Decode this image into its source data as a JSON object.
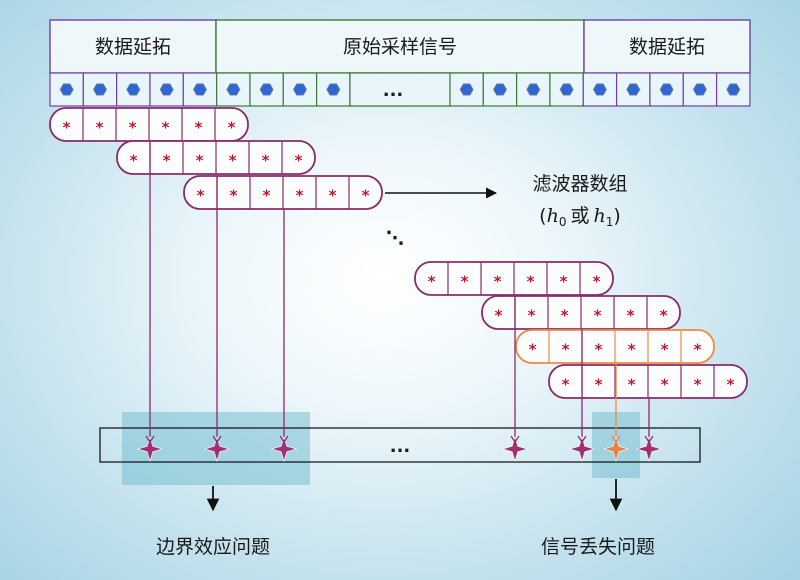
{
  "header": {
    "left_label": "数据延拓",
    "center_label": "原始采样信号",
    "right_label": "数据延拓",
    "ellipsis": "..."
  },
  "filter_label": {
    "line1": "滤波器数组",
    "line2_open": "(",
    "h0_base": "h",
    "h0_sub": "0",
    "or_word": "或",
    "h1_base": "h",
    "h1_sub": "1",
    "line2_close": ")"
  },
  "diag_ellipsis": "⋱",
  "star_glyph": "*",
  "output": {
    "ellipsis": "..."
  },
  "labels": {
    "boundary_effect": "边界效应问题",
    "signal_loss": "信号丢失问题"
  },
  "colors": {
    "left_ext_border": "#7040a8",
    "center_border": "#3f7a35",
    "right_ext_border": "#7040a8",
    "sample_fill": "#e8f5fa",
    "hex_fill": "#2f66d0",
    "filter_border": "#8a2b6b",
    "filter_highlight_border": "#f08a3c",
    "star_color": "#c0182c",
    "arrow_color": "#8a2b6b",
    "diamond_color": "#a03070",
    "diamond_highlight": "#e0824a",
    "highlight_box": "#78c0d2"
  }
}
